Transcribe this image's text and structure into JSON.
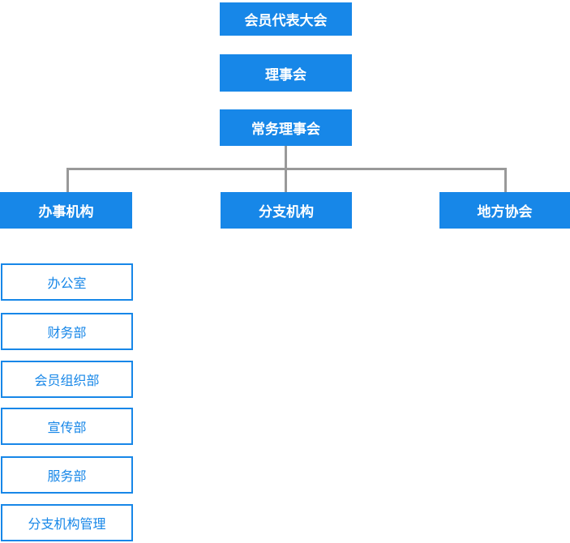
{
  "colors": {
    "primary": "#1787e8",
    "connector": "#999999",
    "node_text": "#ffffff",
    "background": "#ffffff"
  },
  "org_chart": {
    "top_chain": [
      {
        "label": "会员代表大会"
      },
      {
        "label": "理事会"
      },
      {
        "label": "常务理事会"
      }
    ],
    "branches": [
      {
        "label": "办事机构"
      },
      {
        "label": "分支机构"
      },
      {
        "label": "地方协会"
      }
    ],
    "departments": [
      {
        "label": "办公室"
      },
      {
        "label": "财务部"
      },
      {
        "label": "会员组织部"
      },
      {
        "label": "宣传部"
      },
      {
        "label": "服务部"
      },
      {
        "label": "分支机构管理"
      }
    ]
  }
}
